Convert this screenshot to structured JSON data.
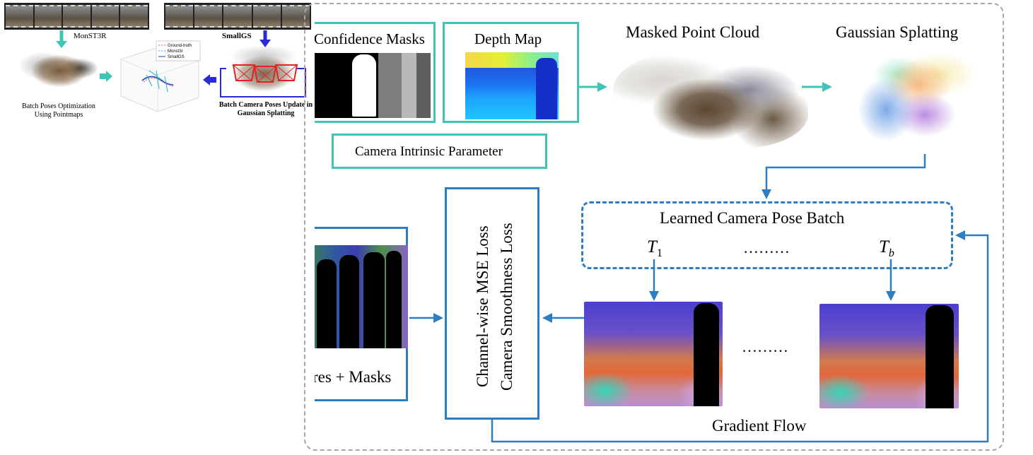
{
  "left_panel": {
    "label_monst3r": "MonST3R",
    "label_smallgs": "SmallGS",
    "caption_batch": "Batch Poses Optimization\nUsing Pointmaps",
    "caption_update": "Batch Camera Poses Update in\nGaussian Splatting",
    "legend": [
      "Ground-truth",
      "Monst3r",
      "SmallGS"
    ]
  },
  "pipeline": {
    "confidence_masks": "Confidence Masks",
    "depth_map": "Depth Map",
    "masked_point_cloud": "Masked Point Cloud",
    "gaussian_splatting": "Gaussian Splatting",
    "camera_intrinsic": "Camera Intrinsic Parameter",
    "learned_pose_batch": "Learned Camera Pose Batch",
    "t1": "T",
    "t1_sub": "1",
    "tb": "T",
    "tb_sub": "b",
    "dots_top": "………",
    "dots_bottom": "………",
    "loss_line1": "Channel-wise MSE Loss",
    "loss_line2": "Camera Smoothness Loss",
    "features_masks": "res + Masks",
    "gradient_flow": "Gradient Flow"
  },
  "colors": {
    "teal": "#3fc4b6",
    "blue": "#2e7dc0",
    "arrow_blue": "#2929d6",
    "gray_dash": "#a6a6a6"
  }
}
